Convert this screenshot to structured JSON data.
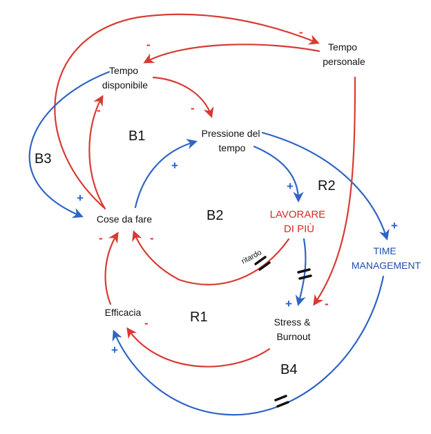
{
  "nodes": {
    "tempo_disponibile": [
      "Tempo",
      "disponibile"
    ],
    "tempo_personale": [
      "Tempo",
      "personale"
    ],
    "pressione_del_tempo": [
      "Pressione del",
      "tempo"
    ],
    "cose_da_fare": [
      "Cose da fare"
    ],
    "lavorare_di_piu": [
      "LAVORARE",
      "DI PIÙ"
    ],
    "time_management": [
      "TIME",
      "MANAGEMENT"
    ],
    "efficacia": [
      "Efficacia"
    ],
    "stress_burnout": [
      "Stress &",
      "Burnout"
    ]
  },
  "loops": {
    "b1": "B1",
    "b2": "B2",
    "b3": "B3",
    "b4": "B4",
    "r1": "R1",
    "r2": "R2"
  },
  "delay_label": "ritardo",
  "polarity": {
    "plus": "+",
    "minus": "-"
  },
  "colors": {
    "red": "#d83a32",
    "blue": "#2f64c2",
    "text": "#111111",
    "red_node": "#d42b2b",
    "blue_node": "#1d4fa8"
  }
}
